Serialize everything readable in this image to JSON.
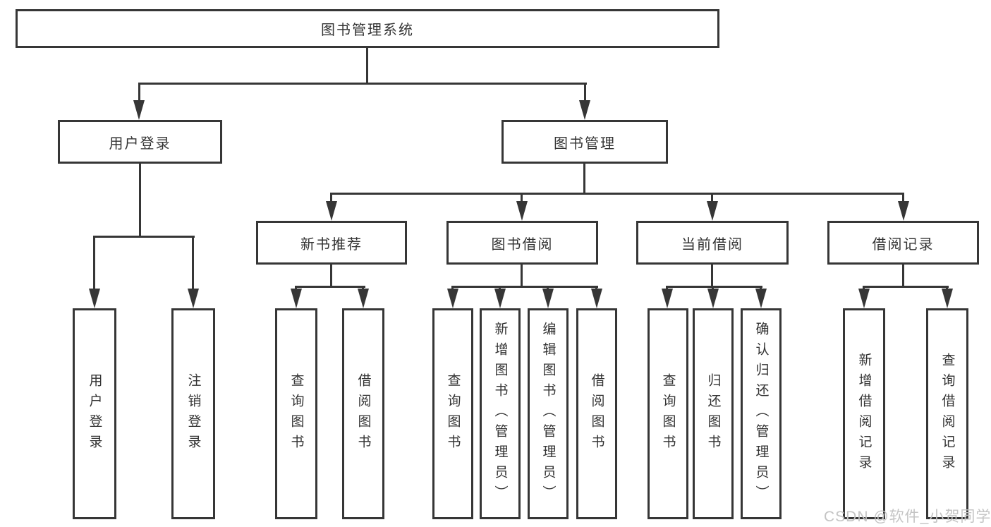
{
  "diagram": {
    "root": {
      "label": "图书管理系统"
    },
    "branches": [
      {
        "label": "用户登录",
        "children": [
          {
            "label": "用户登录"
          },
          {
            "label": "注销登录"
          }
        ]
      },
      {
        "label": "图书管理",
        "groups": [
          {
            "label": "新书推荐",
            "children": [
              {
                "label": "查询图书"
              },
              {
                "label": "借阅图书"
              }
            ]
          },
          {
            "label": "图书借阅",
            "children": [
              {
                "label": "查询图书"
              },
              {
                "label": "新增图书（管理员）"
              },
              {
                "label": "编辑图书（管理员）"
              },
              {
                "label": "借阅图书"
              }
            ]
          },
          {
            "label": "当前借阅",
            "children": [
              {
                "label": "查询图书"
              },
              {
                "label": "归还图书"
              },
              {
                "label": "确认归还（管理员）"
              }
            ]
          },
          {
            "label": "借阅记录",
            "children": [
              {
                "label": "新增借阅记录"
              },
              {
                "label": "查询借阅记录"
              }
            ]
          }
        ]
      }
    ]
  },
  "watermark": {
    "text": "CSDN @软件_小贺同学"
  },
  "colors": {
    "line": "#363636",
    "text": "#333333",
    "watermark": "#c4c4c4",
    "background": "#ffffff"
  }
}
